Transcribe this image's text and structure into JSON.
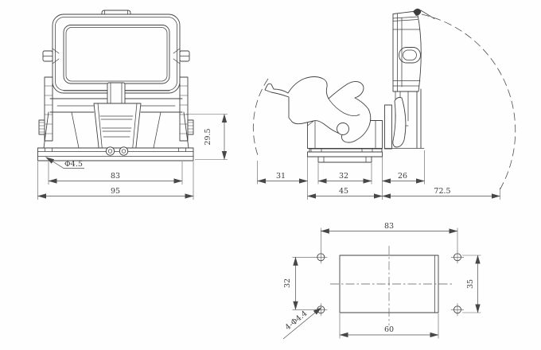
{
  "drawing": {
    "front_view": {
      "dim_base_width": "95",
      "dim_hole_spacing": "83",
      "dim_height": "29.5",
      "hole_label": "Φ4.5"
    },
    "side_view": {
      "dim_rear_clearance": "31",
      "dim_block_width": "32",
      "dim_front_clearance": "26",
      "dim_flange_width": "45",
      "dim_cover_swing": "72.5"
    },
    "bottom_view": {
      "dim_hole_spacing_h": "83",
      "dim_hole_spacing_v": "32",
      "dim_cutout_height": "35",
      "dim_cutout_width": "60",
      "holes_label": "4-Φ4.4"
    }
  }
}
